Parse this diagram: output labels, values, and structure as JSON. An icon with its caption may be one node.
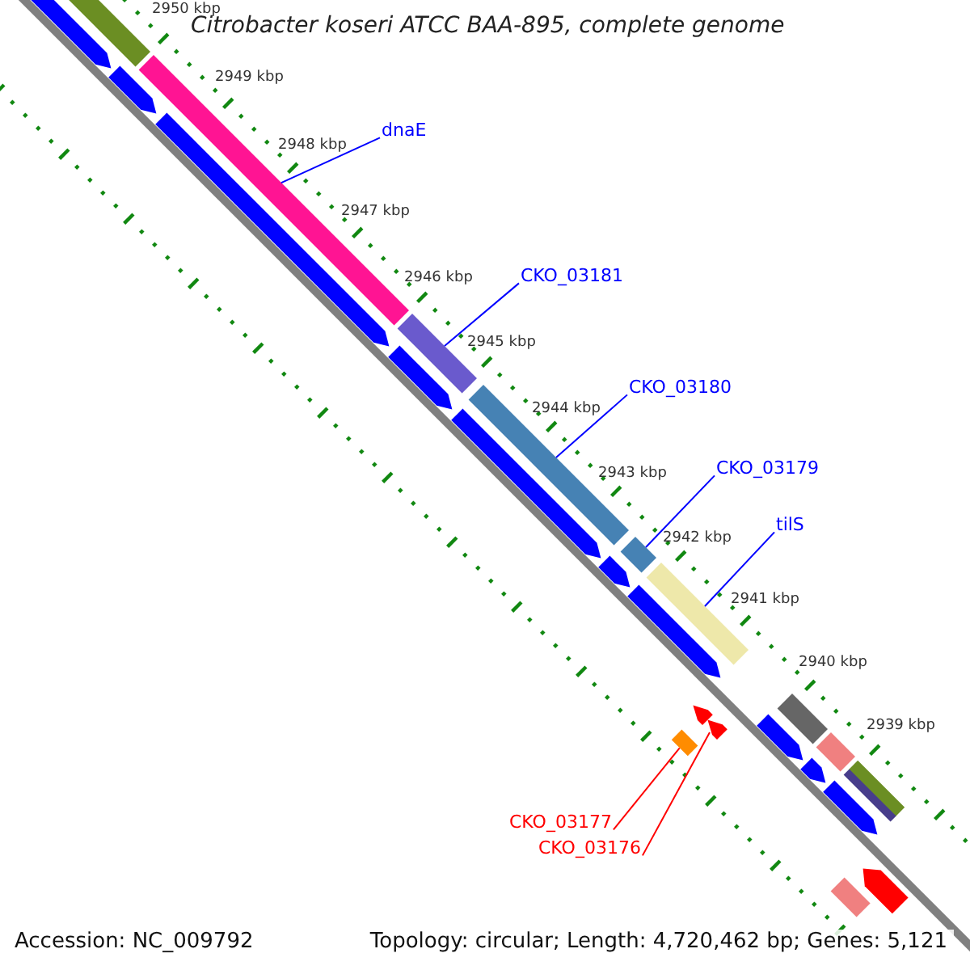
{
  "diagram": {
    "title": "Citrobacter koseri ATCC BAA-895, complete genome",
    "nodes": [
      {
        "text": [
          "dnaE"
        ]
      },
      {
        "text": [
          "CKO_03181"
        ]
      },
      {
        "text": [
          "CKO_03180"
        ]
      },
      {
        "text": [
          "CKO_03179"
        ]
      },
      {
        "text": [
          "tilS"
        ]
      },
      {
        "text": [
          "CKO_03177"
        ]
      },
      {
        "text": [
          "CKO_03176"
        ]
      },
      {
        "text": [],
        "shape": "bar"
      },
      {
        "text": [],
        "shape": "bar"
      },
      {
        "text": [],
        "shape": "bar"
      },
      {
        "text": [],
        "shape": "bar"
      },
      {
        "text": [],
        "shape": "bar"
      },
      {
        "text": [],
        "shape": "bar"
      },
      {
        "text": [],
        "shape": "bar"
      },
      {
        "text": [],
        "shape": "bar"
      },
      {
        "text": [],
        "shape": "bar"
      },
      {
        "text": [],
        "shape": "bar"
      },
      {
        "text": [],
        "shape": "bar"
      },
      {
        "text": [],
        "shape": "bar"
      },
      {
        "text": [],
        "shape": "bar"
      },
      {
        "text": [],
        "shape": "bar"
      },
      {
        "text": [],
        "shape": "bar"
      },
      {
        "text": [],
        "shape": "bar"
      },
      {
        "text": [],
        "shape": "bar"
      },
      {
        "text": [],
        "shape": "bar"
      },
      {
        "text": [],
        "shape": "bar"
      },
      {
        "text": [],
        "shape": "bar"
      },
      {
        "text": [],
        "shape": "bar"
      },
      {
        "text": [],
        "shape": "bar"
      },
      {
        "text": [],
        "shape": "bar"
      },
      {
        "text": [],
        "shape": "bar"
      }
    ],
    "edges": [
      {
        "from": 0,
        "to": 10,
        "arrow": "none"
      },
      {
        "from": 1,
        "to": 12,
        "arrow": "none"
      },
      {
        "from": 2,
        "to": 14,
        "arrow": "none"
      },
      {
        "from": 3,
        "to": 17,
        "arrow": "none"
      },
      {
        "from": 4,
        "to": 19,
        "arrow": "none"
      },
      {
        "from": 5,
        "to": 21,
        "arrow": "none",
        "color": "#ff0000"
      },
      {
        "from": 6,
        "to": 22,
        "arrow": "none",
        "color": "#ff0000"
      }
    ],
    "labels": [
      "2950 kbp",
      "2949 kbp",
      "2948 kbp",
      "2947 kbp",
      "2946 kbp",
      "2945 kbp",
      "2944 kbp",
      "2943 kbp",
      "2942 kbp",
      "2941 kbp",
      "2940 kbp",
      "2939 kbp",
      "Accession: NC_009792",
      "Topology: circular; Length: 4,720,462 bp; Genes: 5,121"
    ]
  }
}
